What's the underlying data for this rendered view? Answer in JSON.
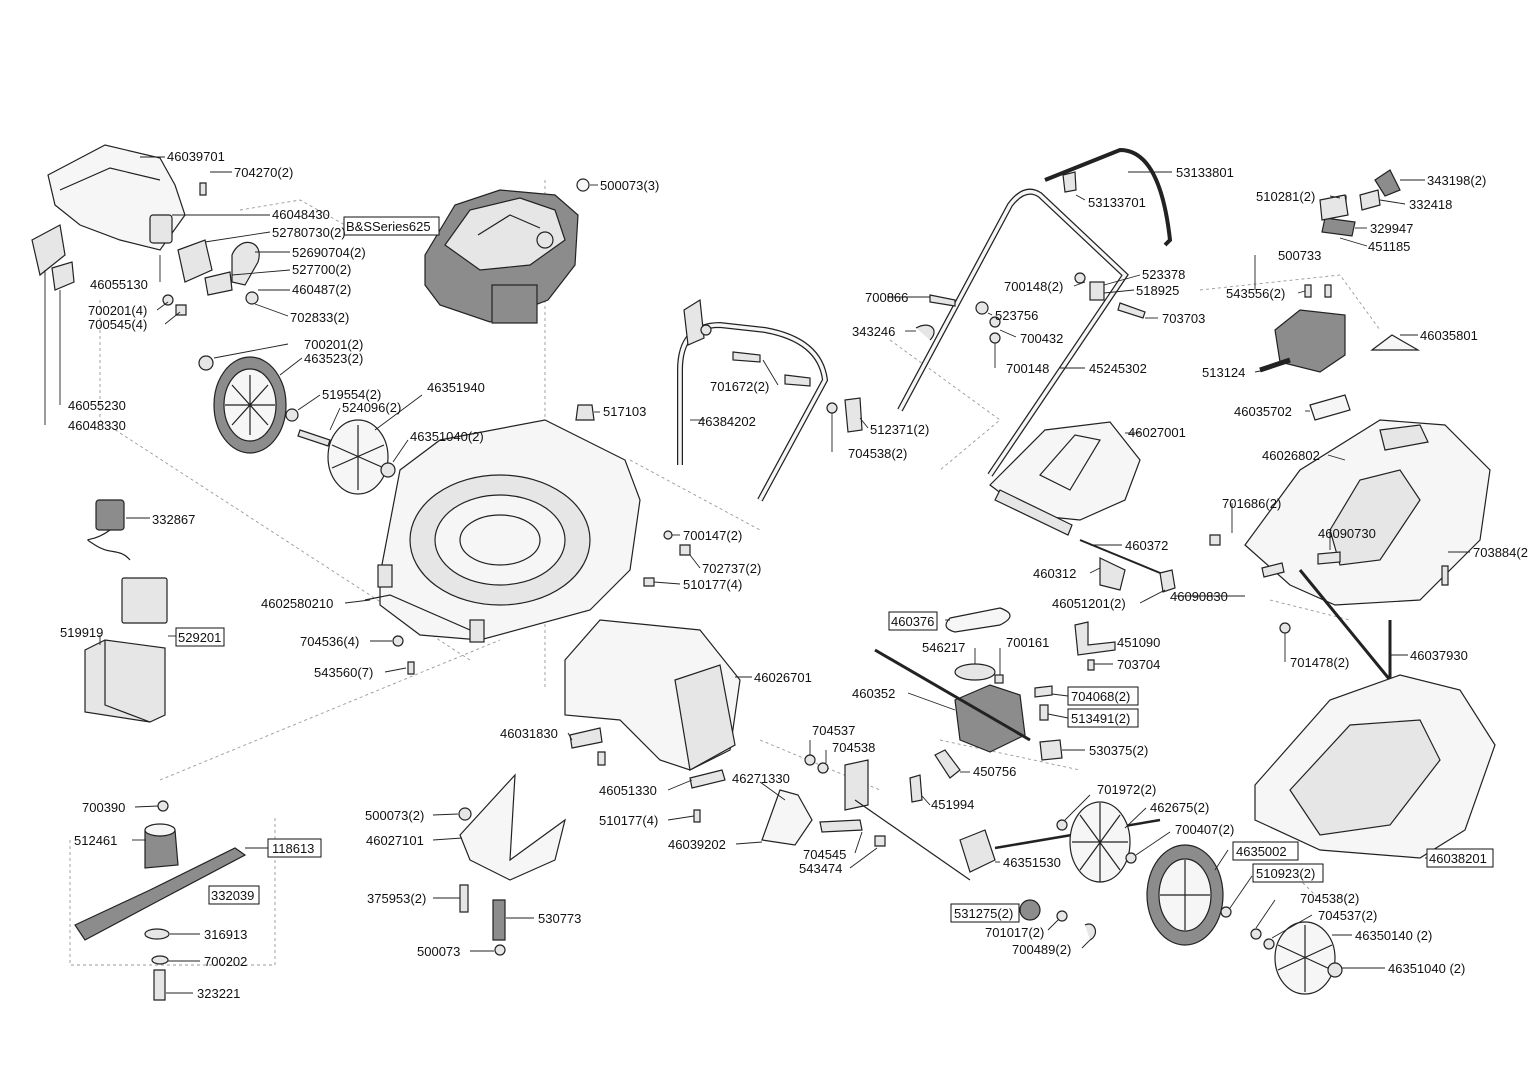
{
  "labels": {
    "p46039701": "46039701",
    "p704270": "704270(2)",
    "p46048430": "46048430",
    "p52780730": "52780730(2)",
    "p52690704": "52690704(2)",
    "p527700": "527700(2)",
    "p460487": "460487(2)",
    "p702833": "702833(2)",
    "p46055130": "46055130",
    "p700201_4": "700201(4)",
    "p700545_4": "700545(4)",
    "p700201_2": "700201(2)",
    "p463523": "463523(2)",
    "p519554": "519554(2)",
    "p524096": "524096(2)",
    "p46351940": "46351940",
    "p46351040_a": "46351040(2)",
    "p46055230": "46055230",
    "p46048330": "46048330",
    "pEngine": "B&SSeries625",
    "p500073_3": "500073(3)",
    "p517103": "517103",
    "p332867": "332867",
    "p529201": "529201",
    "p519919": "519919",
    "p4602580210": "4602580210",
    "p704536": "704536(4)",
    "p543560": "543560(7)",
    "p700147": "700147(2)",
    "p702737": "702737(2)",
    "p510177_4a": "510177(4)",
    "p701672": "701672(2)",
    "p46384202": "46384202",
    "p512371": "512371(2)",
    "p704538_2a": "704538(2)",
    "p46026701": "46026701",
    "p46031830": "46031830",
    "p46051330": "46051330",
    "p510177_4b": "510177(4)",
    "p46271330": "46271330",
    "p46039202": "46039202",
    "p704537": "704537",
    "p704538": "704538",
    "p704545": "704545",
    "p543474": "543474",
    "p700390": "700390",
    "p512461": "512461",
    "p118613": "118613",
    "p332039": "332039",
    "p316913": "316913",
    "p700202": "700202",
    "p323221": "323221",
    "p500073_2": "500073(2)",
    "p46027101": "46027101",
    "p375953": "375953(2)",
    "p530773": "530773",
    "p500073": "500073",
    "p53133801": "53133801",
    "p53133701": "53133701",
    "p700866": "700866",
    "p700148_2": "700148(2)",
    "p523378": "523378",
    "p518925": "518925",
    "p703703": "703703",
    "p343246": "343246",
    "p523756": "523756",
    "p700432": "700432",
    "p700148": "700148",
    "p45245302": "45245302",
    "p46027001": "46027001",
    "p460372": "460372",
    "p460312": "460312",
    "p460376": "460376",
    "p46051201": "46051201(2)",
    "p46090830": "46090830",
    "p546217": "546217",
    "p700161": "700161",
    "p451090": "451090",
    "p703704": "703704",
    "p460352": "460352",
    "p704068": "704068(2)",
    "p513491": "513491(2)",
    "p530375": "530375(2)",
    "p450756": "450756",
    "p451994": "451994",
    "p701972": "701972(2)",
    "p462675": "462675(2)",
    "p700407": "700407(2)",
    "p4635002": "4635002",
    "p46351530": "46351530",
    "p510923": "510923(2)",
    "p531275": "531275(2)",
    "p701017": "701017(2)",
    "p700489": "700489(2)",
    "p704538_2b": "704538(2)",
    "p704537_2": "704537(2)",
    "p46350140": "46350140 (2)",
    "p46351040_b": "46351040 (2)",
    "p510281": "510281(2)",
    "p343198": "343198(2)",
    "p332418": "332418",
    "p329947": "329947",
    "p451185": "451185",
    "p500733": "500733",
    "p543556": "543556(2)",
    "p46035801": "46035801",
    "p513124": "513124",
    "p46035702": "46035702",
    "p46026802": "46026802",
    "p701686": "701686(2)",
    "p46090730": "46090730",
    "p703884": "703884(2)",
    "p701478": "701478(2)",
    "p46037930": "46037930",
    "p46038201": "46038201"
  }
}
